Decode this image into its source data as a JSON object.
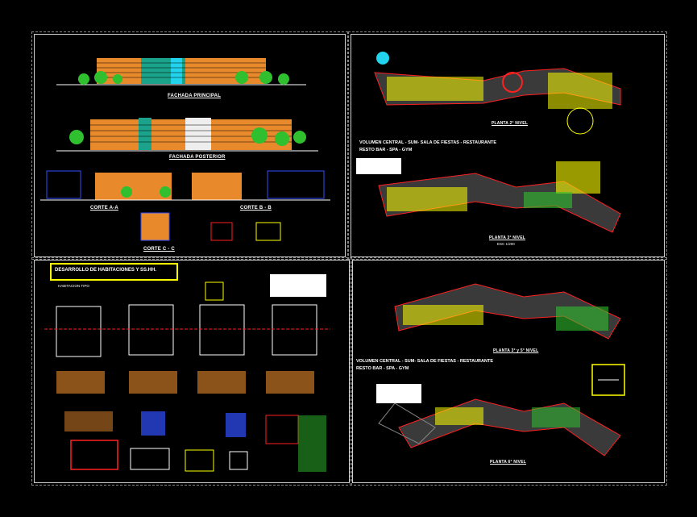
{
  "panels": {
    "elevations": {
      "facade_main": "FACHADA PRINCIPAL",
      "facade_rear": "FACHADA POSTERIOR",
      "section_a": "CORTE A-A",
      "section_b": "CORTE B - B",
      "section_c": "CORTE C - C"
    },
    "floor_2": {
      "plan_label": "PLANTA 2° NIVEL",
      "note_line1": "VOLUMEN CENTRAL - SUM- SALA DE FIESTAS - RESTAURANTE",
      "note_line2": "RESTO BAR - SPA - GYM",
      "plan3_label": "PLANTA 3° NIVEL",
      "plan3_scale": "ESC 1/200"
    },
    "details": {
      "title": "DESARROLLO DE HABITACIONES Y SS.HH.",
      "room_label": "HABITACION TIPO"
    },
    "floor_4": {
      "plan_label": "PLANTA 3° y 5° NIVEL",
      "note_line1": "VOLUMEN CENTRAL - SUM- SALA DE FIESTAS - RESTAURANTE",
      "note_line2": "RESTO BAR - SPA - GYM",
      "plan4_label": "PLANTA 6° NIVEL"
    }
  },
  "colors": {
    "background": "#000000",
    "frame": "#cfcfcf",
    "accent_yellow": "#ffff00",
    "walls_red": "#ff2020",
    "fill_orange": "#e88a2c",
    "tree_green": "#2fbf2f",
    "cyan": "#22d3ee",
    "blue": "#3050ff"
  }
}
